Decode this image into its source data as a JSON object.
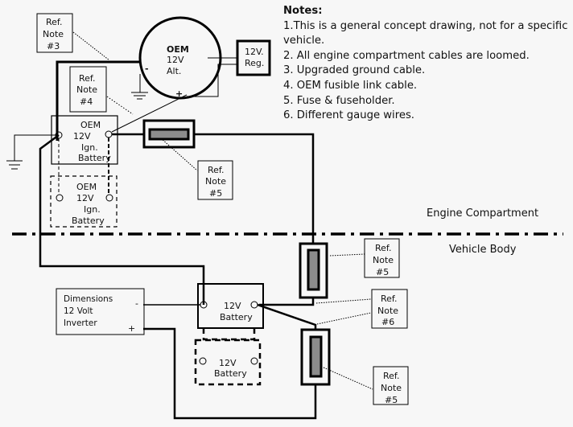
{
  "notes": {
    "title": "Notes:",
    "items": [
      "1.This is a general concept drawing, not for a specific vehicle.",
      "2. All engine compartment cables are loomed.",
      "3. Upgraded ground cable.",
      "4. OEM fusible link cable.",
      "5. Fuse & fuseholder.",
      "6. Different gauge wires."
    ]
  },
  "regions": {
    "engine": "Engine Compartment",
    "body": "Vehicle Body"
  },
  "alternator": {
    "line1": "OEM",
    "line2": "12V",
    "line3": "Alt.",
    "neg": "-",
    "pos": "+"
  },
  "regulator": {
    "line1": "12V.",
    "line2": "Reg."
  },
  "oem_battery": {
    "line1": "OEM",
    "line2": "12V",
    "line3": "Ign.",
    "line4": "Battery"
  },
  "oem_battery_alt": {
    "line1": "OEM",
    "line2": "12V",
    "line3": "Ign.",
    "line4": "Battery"
  },
  "aux_battery": {
    "line1": "12V",
    "line2": "Battery"
  },
  "aux_battery_alt": {
    "line1": "12V",
    "line2": "Battery"
  },
  "inverter": {
    "line1": "Dimensions",
    "line2": "12 Volt",
    "line3": "Inverter",
    "neg": "-",
    "pos": "+"
  },
  "ref_notes": [
    {
      "l1": "Ref.",
      "l2": "Note",
      "l3": "#3"
    },
    {
      "l1": "Ref.",
      "l2": "Note",
      "l3": "#4"
    },
    {
      "l1": "Ref.",
      "l2": "Note",
      "l3": "#5"
    },
    {
      "l1": "Ref.",
      "l2": "Note",
      "l3": "#5"
    },
    {
      "l1": "Ref.",
      "l2": "Note",
      "l3": "#6"
    },
    {
      "l1": "Ref.",
      "l2": "Note",
      "l3": "#5"
    }
  ],
  "colors": {
    "wire": "#000000",
    "fuse_fill": "#8c8c8c",
    "background": "#f7f7f7"
  }
}
